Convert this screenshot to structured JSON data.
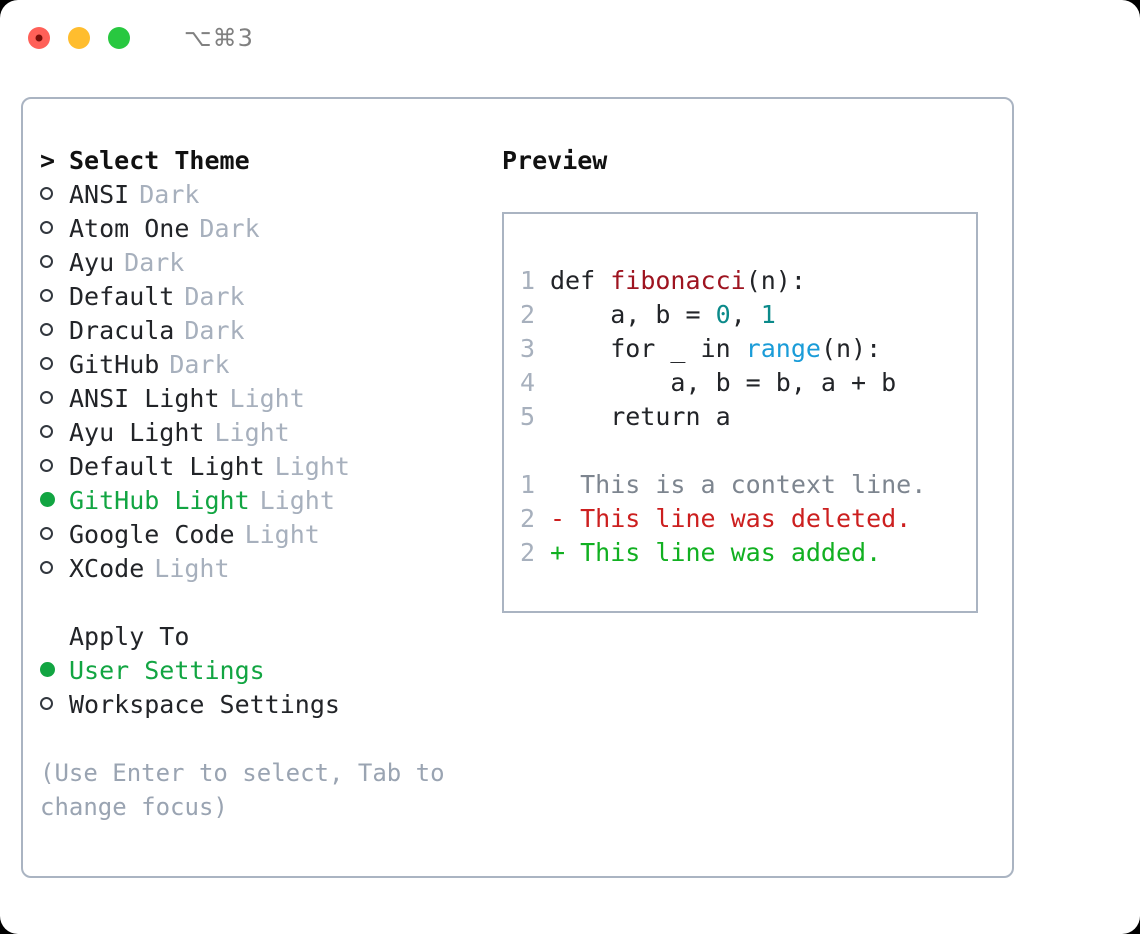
{
  "titlebar": {
    "shortcut": "⌥⌘3",
    "buttons": [
      "close",
      "minimize",
      "maximize"
    ]
  },
  "theme_picker": {
    "heading": "Select Theme",
    "heading_marker": ">",
    "items": [
      {
        "label": "ANSI",
        "suffix": "Dark",
        "selected": false
      },
      {
        "label": "Atom One",
        "suffix": "Dark",
        "selected": false
      },
      {
        "label": "Ayu",
        "suffix": "Dark",
        "selected": false
      },
      {
        "label": "Default",
        "suffix": "Dark",
        "selected": false
      },
      {
        "label": "Dracula",
        "suffix": "Dark",
        "selected": false
      },
      {
        "label": "GitHub",
        "suffix": "Dark",
        "selected": false
      },
      {
        "label": "ANSI Light",
        "suffix": "Light",
        "selected": false
      },
      {
        "label": "Ayu Light",
        "suffix": "Light",
        "selected": false
      },
      {
        "label": "Default Light",
        "suffix": "Light",
        "selected": false
      },
      {
        "label": "GitHub Light",
        "suffix": "Light",
        "selected": true
      },
      {
        "label": "Google Code",
        "suffix": "Light",
        "selected": false
      },
      {
        "label": "XCode",
        "suffix": "Light",
        "selected": false
      }
    ]
  },
  "apply_to": {
    "heading": "Apply To",
    "items": [
      {
        "label": "User Settings",
        "selected": true
      },
      {
        "label": "Workspace Settings",
        "selected": false
      }
    ]
  },
  "hint": "(Use Enter to select, Tab to change focus)",
  "preview": {
    "heading": "Preview",
    "code_lines": [
      {
        "num": "1",
        "tokens": [
          {
            "t": "def ",
            "c": "plain"
          },
          {
            "t": "fibonacci",
            "c": "fn"
          },
          {
            "t": "(n):",
            "c": "plain"
          }
        ]
      },
      {
        "num": "2",
        "tokens": [
          {
            "t": "    a, b = ",
            "c": "plain"
          },
          {
            "t": "0",
            "c": "num"
          },
          {
            "t": ", ",
            "c": "plain"
          },
          {
            "t": "1",
            "c": "num"
          }
        ]
      },
      {
        "num": "3",
        "tokens": [
          {
            "t": "    for _ in ",
            "c": "plain"
          },
          {
            "t": "range",
            "c": "call"
          },
          {
            "t": "(n):",
            "c": "plain"
          }
        ]
      },
      {
        "num": "4",
        "tokens": [
          {
            "t": "        a, b = b, a + b",
            "c": "plain"
          }
        ]
      },
      {
        "num": "5",
        "tokens": [
          {
            "t": "    return a",
            "c": "plain"
          }
        ]
      }
    ],
    "diff_lines": [
      {
        "num": "1",
        "marker": "  ",
        "text": "This is a context line.",
        "kind": "context"
      },
      {
        "num": "2",
        "marker": "- ",
        "text": "This line was deleted.",
        "kind": "delete"
      },
      {
        "num": "2",
        "marker": "+ ",
        "text": "This line was added.",
        "kind": "add"
      }
    ]
  },
  "colors": {
    "accent_green": "#12a542",
    "muted": "#a7b0bd",
    "border": "#aab4c2",
    "fn_red": "#9e1420",
    "num_teal": "#0b8a8a",
    "call_blue": "#1a9cd8",
    "diff_del": "#cc1f1f",
    "diff_add": "#11b021",
    "diff_context": "#7d858f"
  }
}
